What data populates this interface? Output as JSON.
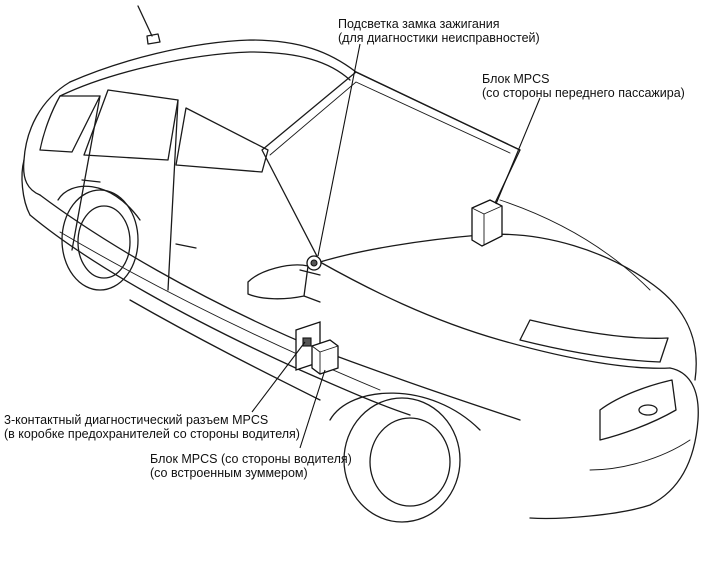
{
  "figure": {
    "callouts": {
      "ignition_light": {
        "line1": "Подсветка замка зажигания",
        "line2": "(для диагностики неисправностей)"
      },
      "mpcs_passenger": {
        "line1": "Блок MPCS",
        "line2": "(со стороны переднего пассажира)"
      },
      "diag_connector": {
        "line1": "3-контактный диагностический разъем MPCS",
        "line2": "(в коробке предохранителей со стороны водителя)"
      },
      "mpcs_driver": {
        "line1": "Блок MPCS (со стороны водителя)",
        "line2": "(со встроенным зуммером)"
      }
    }
  }
}
